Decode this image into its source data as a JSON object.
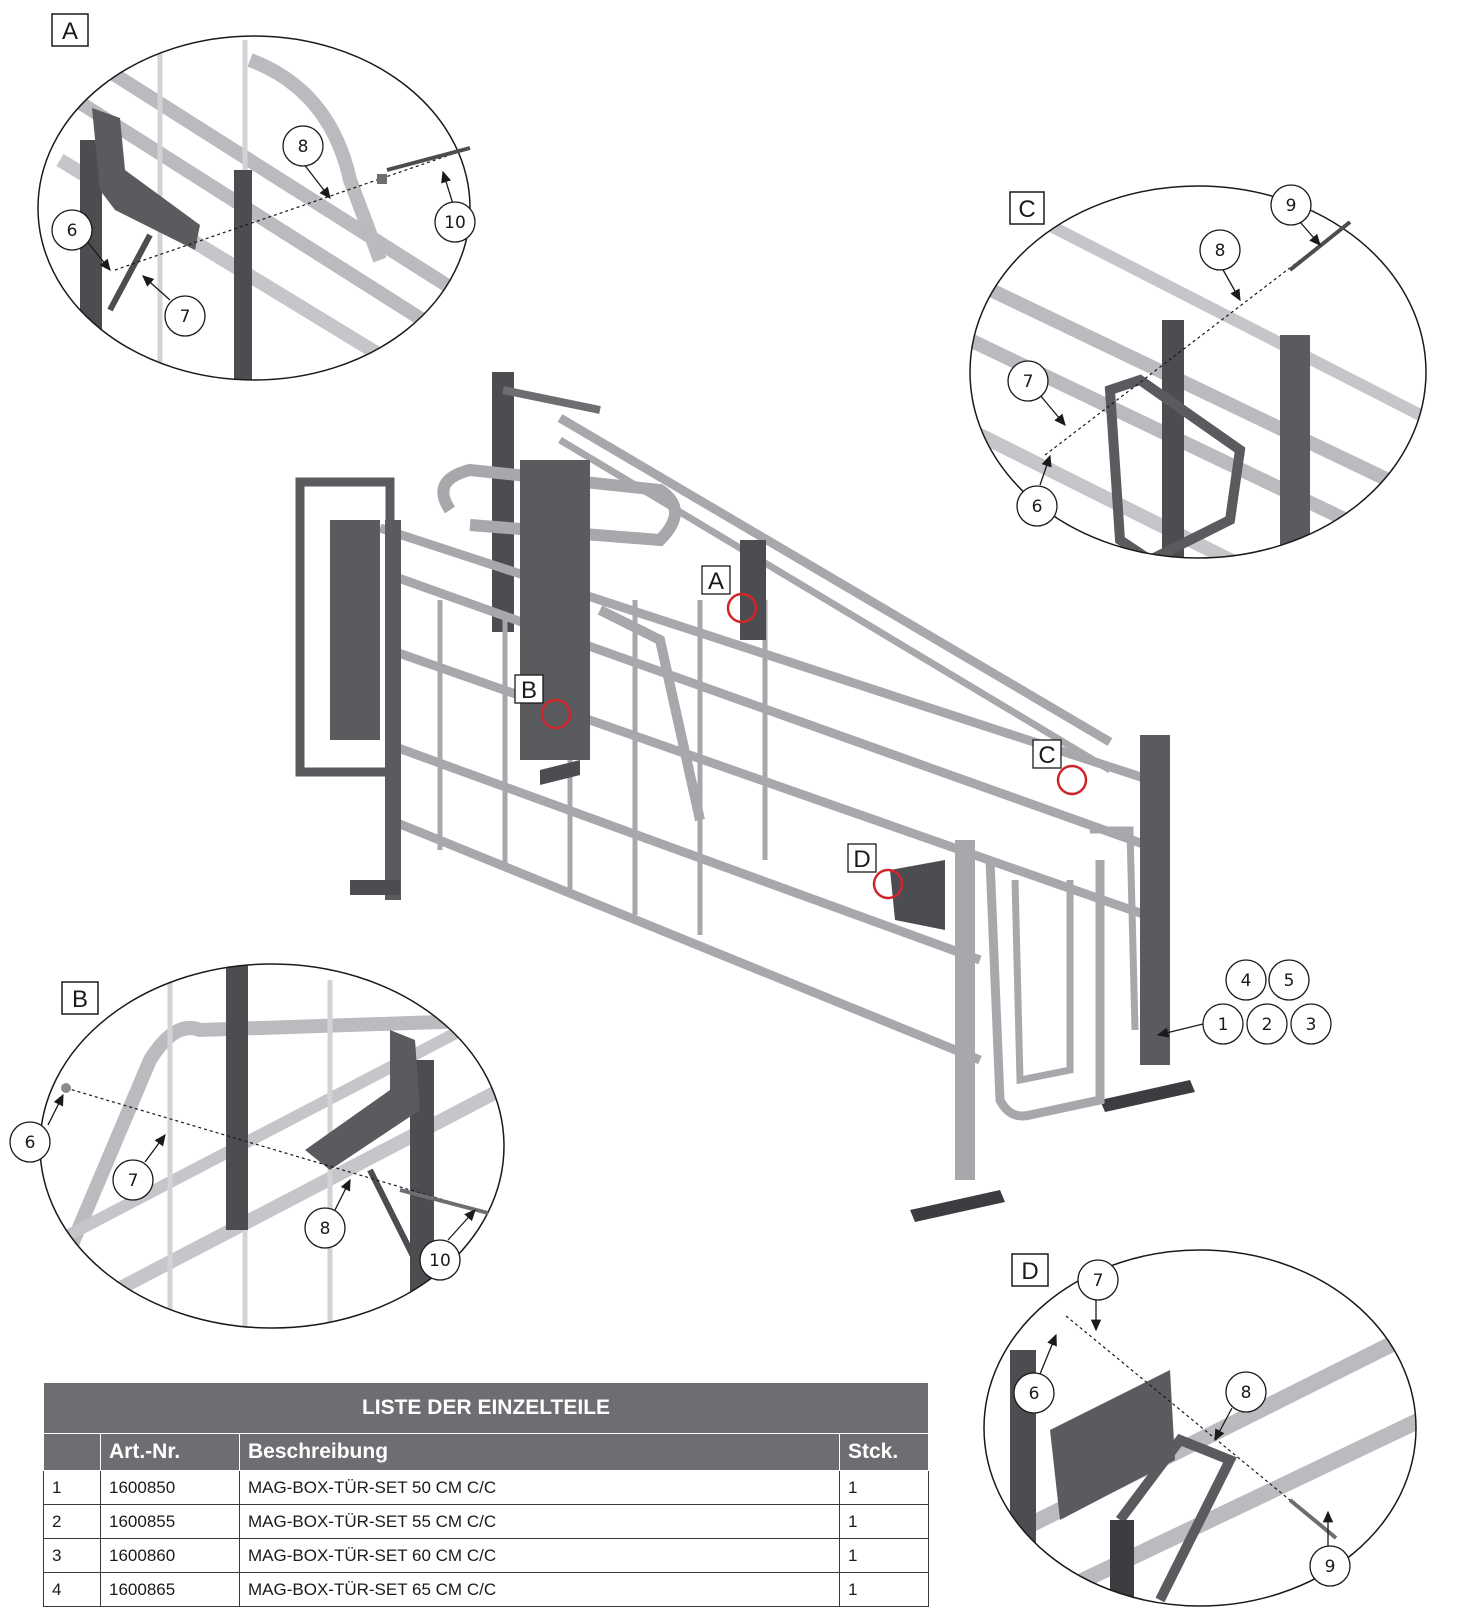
{
  "detail_tags": [
    "A",
    "B",
    "C",
    "D"
  ],
  "main_view_tags": [
    "A",
    "B",
    "C",
    "D"
  ],
  "callouts": {
    "A": [
      "8",
      "10",
      "6",
      "7"
    ],
    "B": [
      "6",
      "7",
      "8",
      "10"
    ],
    "C": [
      "9",
      "8",
      "7",
      "6"
    ],
    "D": [
      "7",
      "6",
      "8",
      "9"
    ],
    "main": [
      "4",
      "5",
      "1",
      "2",
      "3"
    ]
  },
  "parts_list": {
    "title": "LISTE DER EINZELTEILE",
    "headers": {
      "blank": "",
      "art_nr": "Art.-Nr.",
      "description": "Beschreibung",
      "qty": "Stck."
    },
    "rows": [
      {
        "num": "1",
        "art_nr": "1600850",
        "description": "MAG-BOX-TÜR-SET 50 CM C/C",
        "qty": "1"
      },
      {
        "num": "2",
        "art_nr": "1600855",
        "description": "MAG-BOX-TÜR-SET 55 CM C/C",
        "qty": "1"
      },
      {
        "num": "3",
        "art_nr": "1600860",
        "description": "MAG-BOX-TÜR-SET 60 CM C/C",
        "qty": "1"
      },
      {
        "num": "4",
        "art_nr": "1600865",
        "description": "MAG-BOX-TÜR-SET 65 CM C/C",
        "qty": "1"
      }
    ]
  },
  "colors": {
    "steel_dark": "#5a5b5e",
    "steel_light": "#b9bbbe",
    "highlight_ring": "#d0252b",
    "table_header": "#6d6e71"
  }
}
